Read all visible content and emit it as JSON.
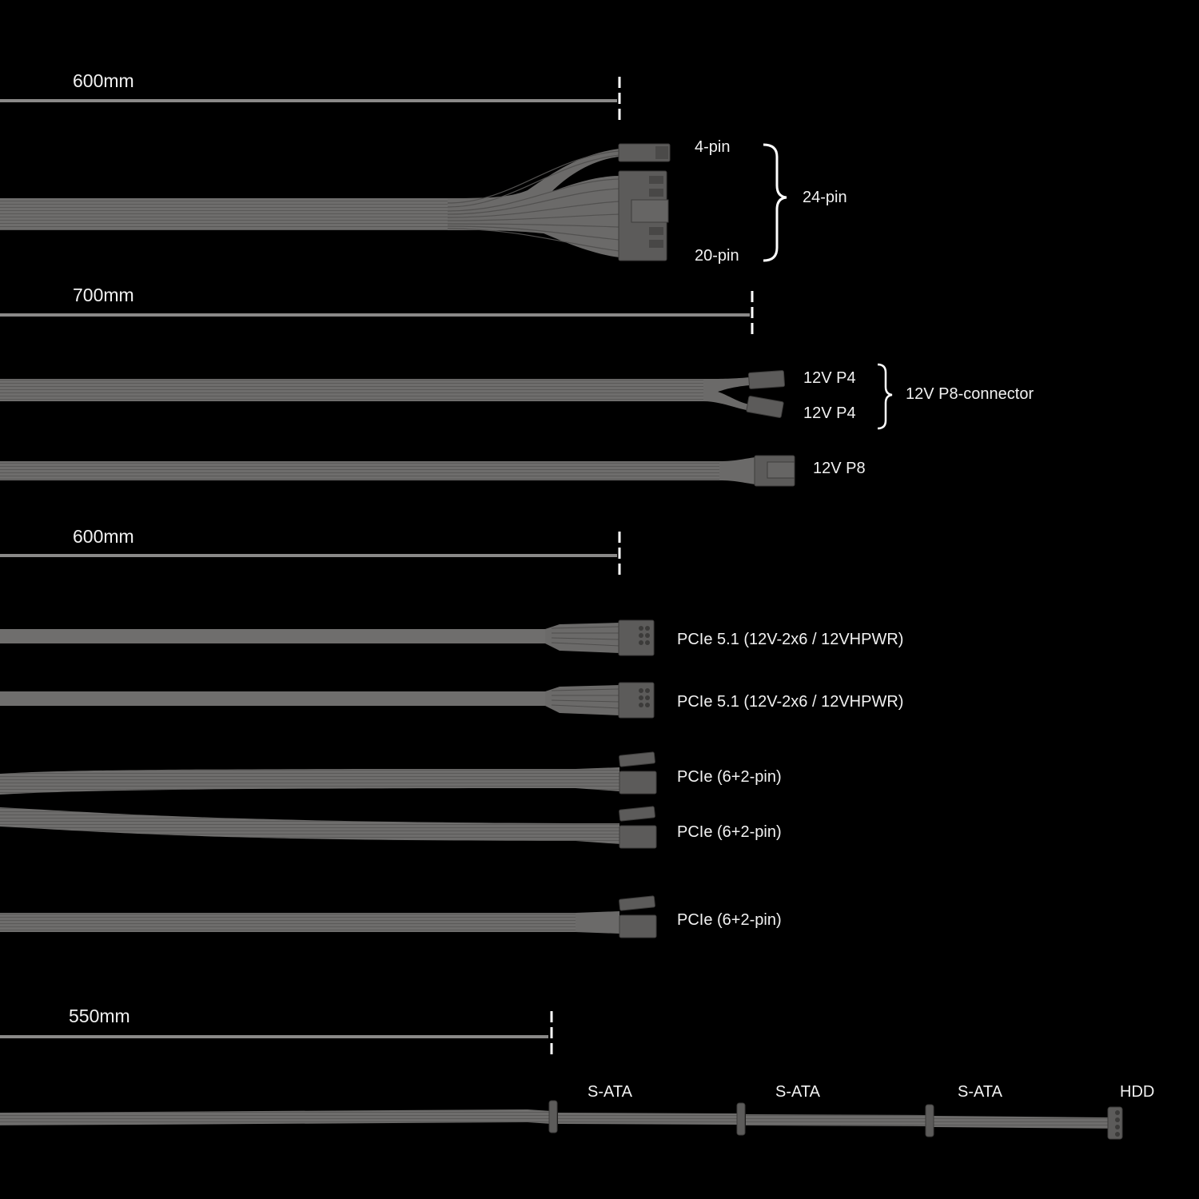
{
  "colors": {
    "background": "#000000",
    "cable": "#6d6c6b",
    "cable_edge": "#4a4948",
    "connector": "#5c5b5a",
    "text": "#f2f2f2",
    "marker": "#ffffff"
  },
  "sections": [
    {
      "length": "600mm",
      "labels": {
        "four_pin": "4-pin",
        "twenty_pin": "20-pin",
        "twentyfour_pin": "24-pin"
      }
    },
    {
      "length": "700mm",
      "labels": {
        "p4_a": "12V P4",
        "p4_b": "12V P4",
        "p8_connector": "12V P8-connector",
        "p8": "12V P8"
      }
    },
    {
      "length": "600mm",
      "labels": {
        "pcie51_a": "PCIe 5.1 (12V-2x6 / 12VHPWR)",
        "pcie51_b": "PCIe 5.1 (12V-2x6 / 12VHPWR)",
        "pcie62_a": "PCIe (6+2-pin)",
        "pcie62_b": "PCIe (6+2-pin)",
        "pcie62_c": "PCIe (6+2-pin)"
      }
    },
    {
      "length": "550mm",
      "labels": {
        "sata_a": "S-ATA",
        "sata_b": "S-ATA",
        "sata_c": "S-ATA",
        "hdd": "HDD"
      }
    }
  ]
}
